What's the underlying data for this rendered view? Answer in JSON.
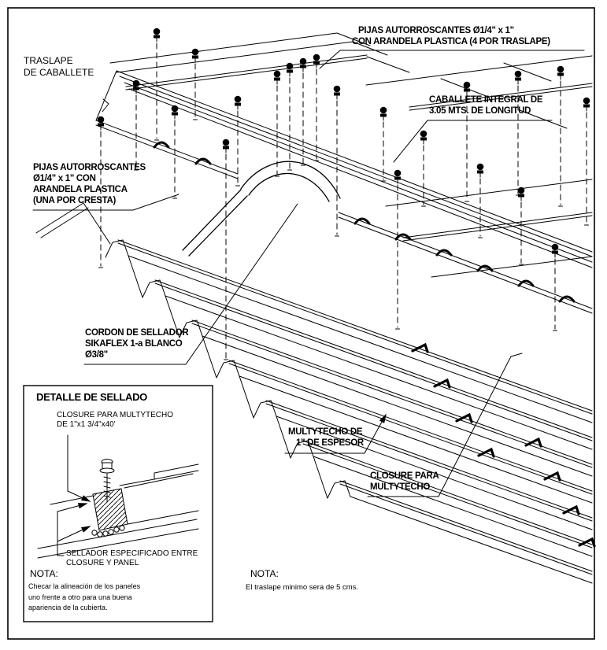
{
  "drawing": {
    "title": {
      "line1": "TRASLAPE",
      "line2": "DE CABALLETE"
    },
    "labels": {
      "pijas_traslape": {
        "line1": "PIJAS AUTORROSCANTES Ø1/4\" x 1\"",
        "line2": "CON ARANDELA PLASTICA (4 POR TRASLAPE)"
      },
      "caballete": {
        "line1": "CABALLETE INTEGRAL DE",
        "line2": "3.05 MTS. DE LONGITUD"
      },
      "pijas_cresta": {
        "line1": "PIJAS AUTORROSCANTES",
        "line2": "Ø1/4\" x 1\" CON",
        "line3": "ARANDELA PLASTICA",
        "line4": "(UNA POR CRESTA)"
      },
      "cordon_sellador": {
        "line1": "CORDON DE SELLADOR",
        "line2": "SIKAFLEX 1-a BLANCO",
        "line3": "Ø3/8\""
      },
      "multytecho": {
        "line1": "MULTYTECHO DE",
        "line2": "1\" DE ESPESOR"
      },
      "closure": {
        "line1": "CLOSURE PARA",
        "line2": "MULTYTECHO"
      }
    },
    "note_main": {
      "heading": "NOTA:",
      "body": "El traslape minimo sera de 5 cms."
    },
    "detail_box": {
      "title": "DETALLE DE SELLADO",
      "closure_label": {
        "line1": "CLOSURE PARA MULTYTECHO",
        "line2": "DE 1\"x1 3/4\"x40'"
      },
      "sellador_label": {
        "line1": "SELLADOR ESPECIFICADO ENTRE",
        "line2": "CLOSURE Y PANEL"
      },
      "note": {
        "heading": "NOTA:",
        "line1": "Checar la alineación de los paneles",
        "line2": "uno frente a otro para una buena",
        "line3": "apariencia de la cubierta."
      }
    },
    "colors": {
      "line": "#000000",
      "background": "#ffffff"
    }
  }
}
